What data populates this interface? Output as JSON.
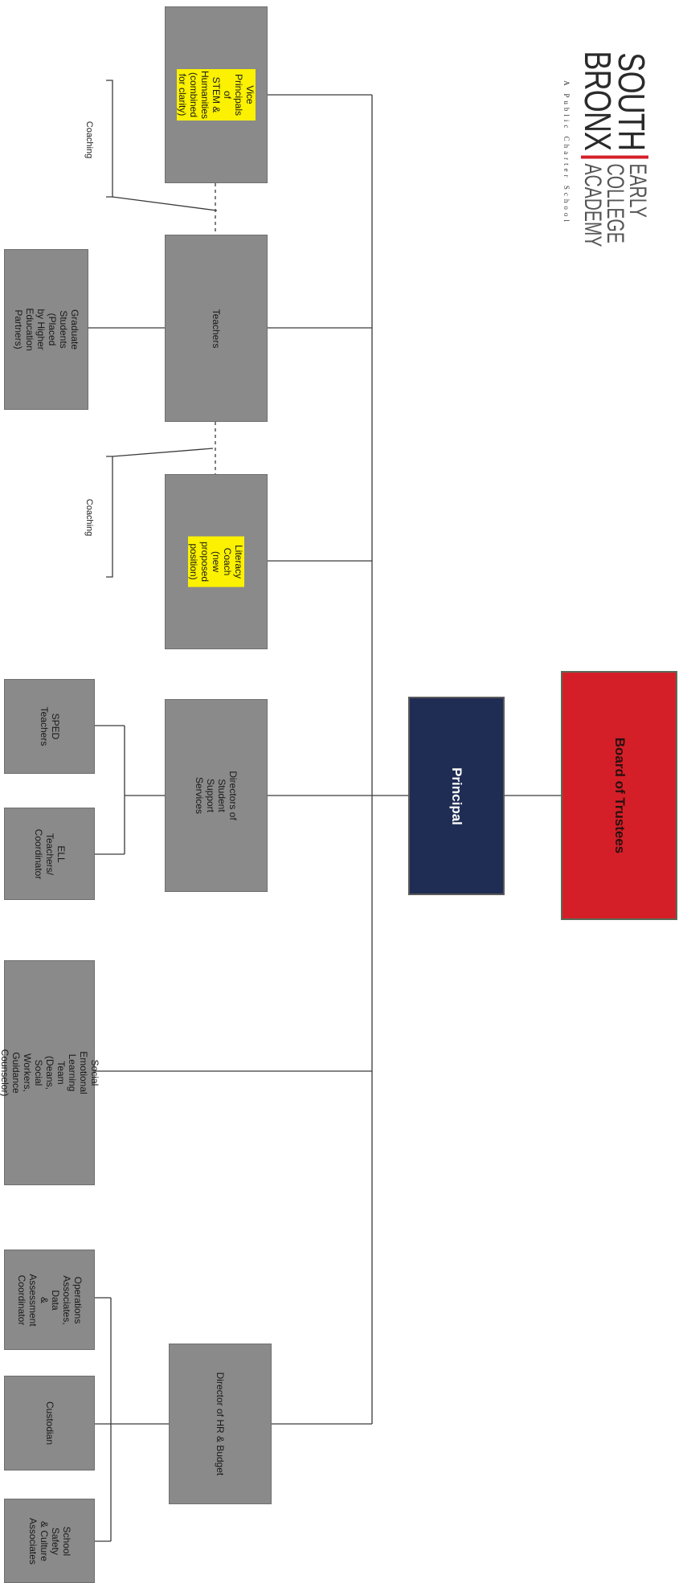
{
  "logo": {
    "line1": "SOUTH",
    "line2": "BRONX",
    "right1": "EARLY",
    "right2": "COLLEGE",
    "right3": "ACADEMY",
    "tagline": "A Public Charter School",
    "accent": "#d41f28"
  },
  "nodes": {
    "board": "Board of Trustees",
    "principal": "Principal",
    "vice_principals": "Vice Principals of\nSTEM & Humanities\n(combined for clarity)",
    "teachers": "Teachers",
    "graduate_students": "Graduate Students\n(Placed by Higher\nEducation Partners)",
    "literacy_coach": "Literacy Coach\n(new proposed position)",
    "student_support": "Directors of Student Support\nServices",
    "sped": "SPED\nTeachers",
    "ell": "ELL Teachers/\nCoordinator",
    "sel_team": "Social Emotional Learning Team\n(Deans, Social Workers, Guidance\nCounselor)",
    "hr_budget": "Director of HR & Budget",
    "operations": "Operations\nAssociates, Data\n& Assessment\nCoordinator",
    "custodian": "Custodian",
    "safety": "School Safety\n& Culture\nAssociates"
  },
  "labels": {
    "coaching_1": "Coaching",
    "coaching_2": "Coaching"
  },
  "colors": {
    "box_gray": "#8a8a8a",
    "highlight_yellow": "#fbf100",
    "board_red": "#d41f28",
    "principal_navy": "#1f2d54"
  }
}
